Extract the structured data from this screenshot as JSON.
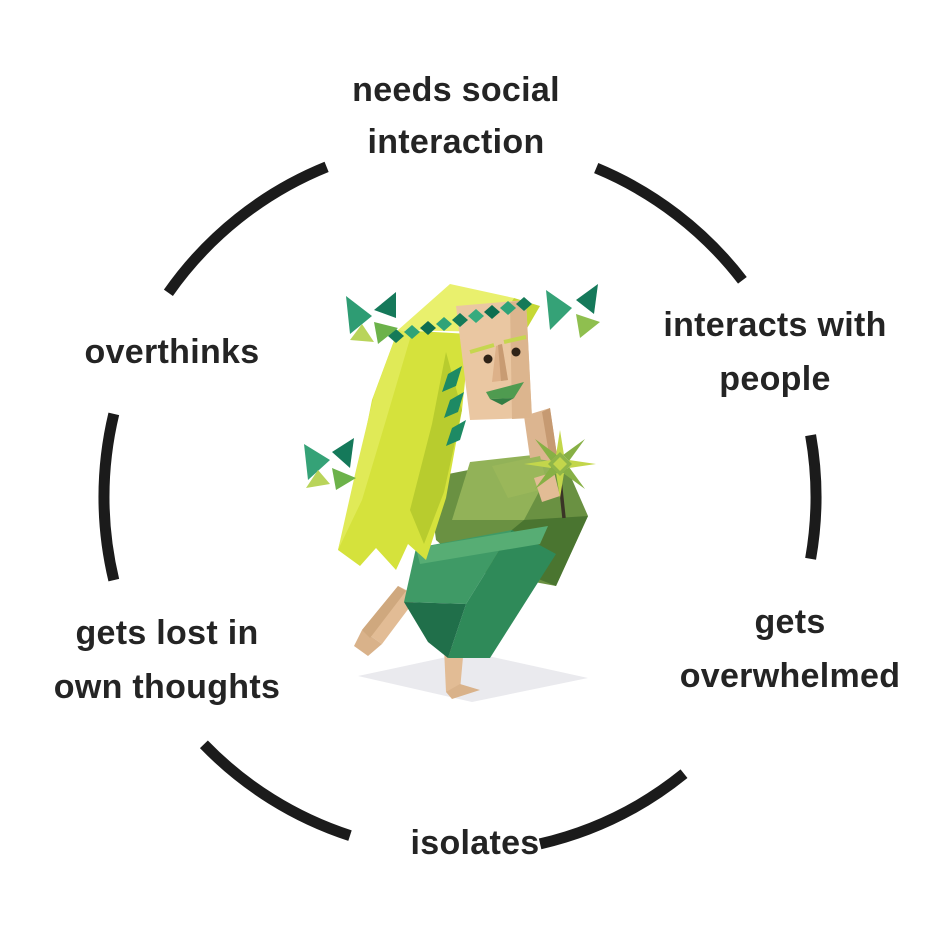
{
  "cycle": {
    "steps": [
      {
        "position": "top",
        "lines": [
          "needs social",
          "interaction"
        ]
      },
      {
        "position": "upper-right",
        "lines": [
          "interacts with",
          "people"
        ]
      },
      {
        "position": "lower-right",
        "lines": [
          "gets",
          "overwhelmed"
        ]
      },
      {
        "position": "bottom",
        "lines": [
          "isolates"
        ]
      },
      {
        "position": "lower-left",
        "lines": [
          "gets lost in",
          "own thoughts"
        ]
      },
      {
        "position": "upper-left",
        "lines": [
          "overthinks"
        ]
      }
    ],
    "ring_color": "#1b1b1b",
    "text_color": "#242424",
    "background_color": "#ffffff"
  },
  "illustration": {
    "name": "low-poly dancing woman with pinwheel flower and butterflies",
    "palette": {
      "hair_light": "#e9f06d",
      "hair_main": "#d5e23c",
      "hair_dark": "#b8cc2e",
      "headband_teal": "#2fa378",
      "headband_dark": "#0e6e50",
      "skin": "#eac7a2",
      "skin_shade": "#d3a87f",
      "lips": "#4f9b50",
      "top_olive": "#6a9142",
      "skirt_green": "#2f8a59",
      "flower_yellow": "#c3d64b",
      "flower_green": "#87b045",
      "butterfly_teal": "#2e9c73",
      "shadow": "#eaeaee"
    }
  }
}
